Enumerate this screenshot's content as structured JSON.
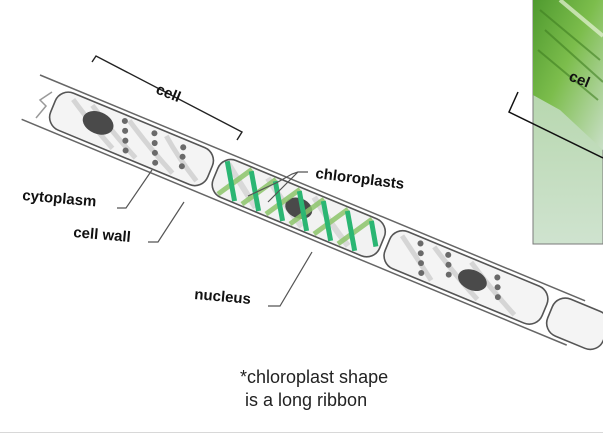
{
  "labels": {
    "cell": "cell",
    "chloroplasts": "chloroplasts",
    "cytoplasm": "cytoplasm",
    "cell_wall": "cell wall",
    "nucleus": "nucleus",
    "inset_cell": "cel"
  },
  "note": {
    "line1": "*chloroplast shape",
    "line2": "is a long ribbon"
  },
  "colors": {
    "chloroplast_ribbon": "#2bb673",
    "chloroplast_back": "#8cc46a",
    "inset_green": "#5fa83a",
    "cell_wall": "#555555",
    "nucleus": "#4a4a4a"
  }
}
